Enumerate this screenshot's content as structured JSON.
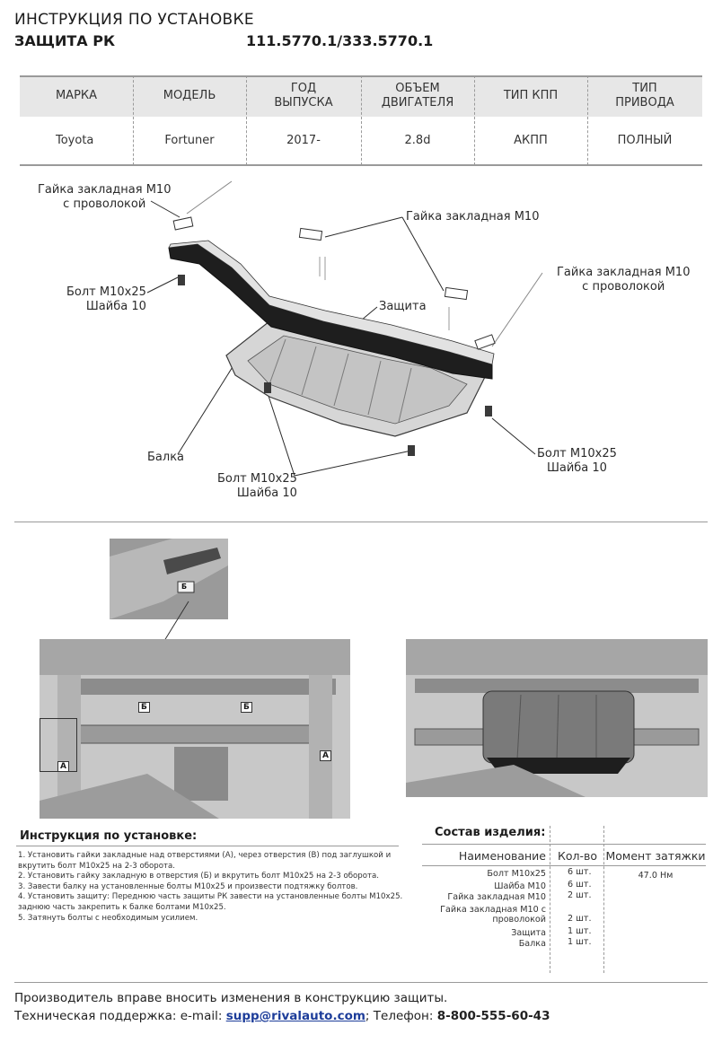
{
  "header": {
    "line1": "ИНСТРУКЦИЯ ПО УСТАНОВКЕ",
    "line2": "ЗАЩИТА РК",
    "code": "111.5770.1/333.5770.1"
  },
  "spec_table": {
    "headers": [
      "МАРКА",
      "МОДЕЛЬ",
      "ГОД\nВЫПУСКА",
      "ОБЪЕМ\nДВИГАТЕЛЯ",
      "ТИП КПП",
      "ТИП\nПРИВОДА"
    ],
    "values": [
      "Toyota",
      "Fortuner",
      "2017-",
      "2.8d",
      "АКПП",
      "ПОЛНЫЙ"
    ]
  },
  "diagram_labels": {
    "nut_wire_left": "Гайка закладная М10\nс проволокой",
    "nut_center": "Гайка закладная М10",
    "nut_wire_right": "Гайка закладная М10\nс проволокой",
    "bolt_left": "Болт М10х25\nШайба 10",
    "guard": "Защита",
    "beam": "Балка",
    "bolt_bottom": "Болт М10х25\nШайба 10",
    "bolt_right": "Болт М10х25\nШайба 10"
  },
  "photo_marks": {
    "a": "А",
    "b": "Б"
  },
  "instructions": {
    "title": "Инструкция по установке:",
    "steps": [
      "1. Установить гайки закладные над отверстиями (А), через отверстия (В) под заглушкой и вкрутить болт М10х25 на 2-3 оборота.",
      "2. Установить гайку закладную в отверстия (Б) и вкрутить болт М10х25 на 2-3 оборота.",
      "3. Завести балку на установленные болты М10х25 и произвести подтяжку болтов.",
      "4. Установить защиту: Переднюю часть защиты РК завести на установленные болты М10х25. заднюю часть закрепить к балке болтами М10х25.",
      "5. Затянуть болты с необходимым усилием."
    ]
  },
  "kit": {
    "title": "Состав изделия:",
    "headers": [
      "Наименование",
      "Кол-во",
      "Момент затяжки"
    ],
    "rows": [
      {
        "name": "Болт М10х25",
        "qty": "6 шт.",
        "torque": "47.0 Нм"
      },
      {
        "name": "Шайба М10",
        "qty": "6 шт.",
        "torque": ""
      },
      {
        "name": "Гайка закладная М10",
        "qty": "2 шт.",
        "torque": ""
      },
      {
        "name": "Гайка закладная М10 с проволокой",
        "qty": "2 шт.",
        "torque": ""
      },
      {
        "name": "Защита",
        "qty": "1 шт.",
        "torque": ""
      },
      {
        "name": "Балка",
        "qty": "1 шт.",
        "torque": ""
      }
    ]
  },
  "footer": {
    "line1": "Производитель вправе вносить изменения в конструкцию защиты.",
    "support_label": "Техническая поддержка:",
    "email_label": "e-mail:",
    "email": "supp@rivalauto.com",
    "phone_label": "; Телефон:",
    "phone": "8-800-555-60-43"
  }
}
